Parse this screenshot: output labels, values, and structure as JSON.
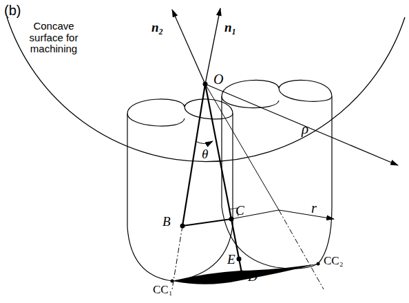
{
  "diagram": {
    "labels": [
      "(b)",
      "Concave surface for machining",
      "n₂",
      "n₁",
      "O",
      "ρ",
      "θ",
      "C",
      "r",
      "B",
      "E",
      "D",
      "CC₂",
      "CC₁"
    ]
  }
}
